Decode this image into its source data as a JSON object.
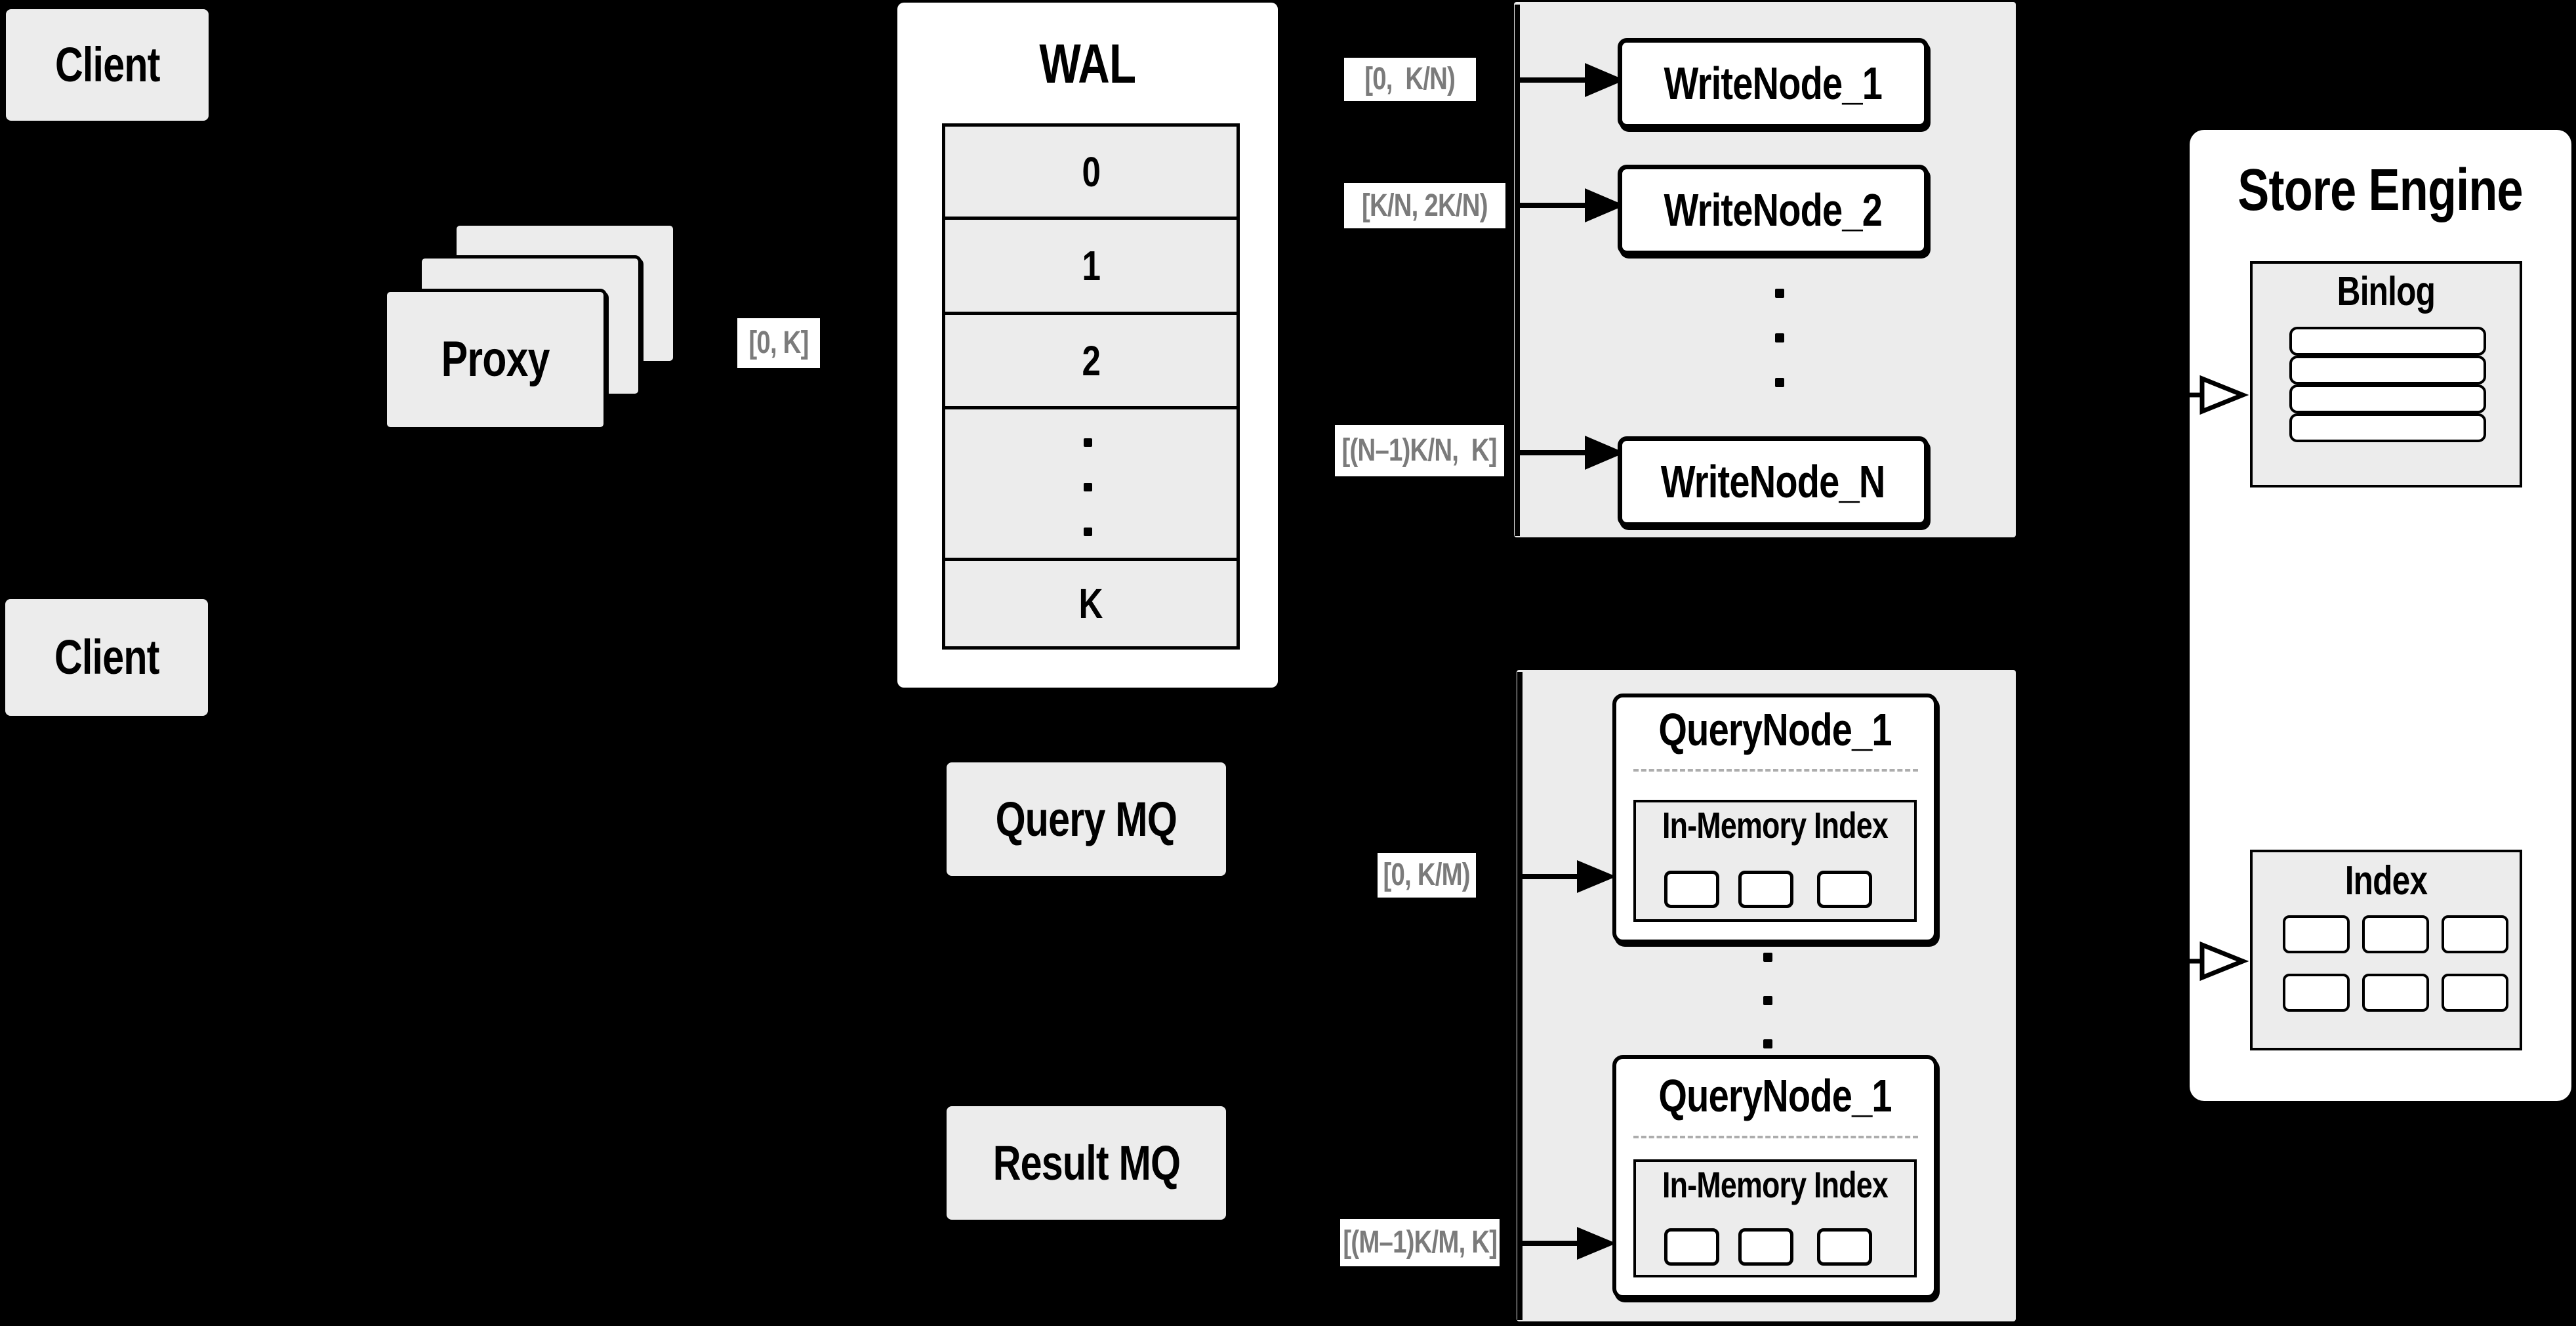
{
  "colors": {
    "background": "#000000",
    "box_fill": "#ECECEC",
    "panel_fill": "#FFFFFF",
    "line": "#000000",
    "range_label_text": "#7B7B7B",
    "dashed_divider": "#ADADAD"
  },
  "client_top": {
    "label": "Client"
  },
  "client_bottom": {
    "label": "Client"
  },
  "proxy": {
    "label": "Proxy"
  },
  "wal": {
    "title": "WAL",
    "segments": [
      "0",
      "1",
      "2",
      "K"
    ]
  },
  "range_labels": {
    "proxy_to_wal": "[0, K]",
    "wal_to_write_1": "[0,  K/N)",
    "wal_to_write_2": "[K/N, 2K/N)",
    "wal_to_write_n": "[(N–1)K/N,  K]",
    "mq_to_query_1": "[0, K/M)",
    "mq_to_query_m": "[(M–1)K/M, K]"
  },
  "write_nodes": {
    "node_1": "WriteNode_1",
    "node_2": "WriteNode_2",
    "node_n": "WriteNode_N"
  },
  "query_mq": {
    "label": "Query MQ"
  },
  "result_mq": {
    "label": "Result MQ"
  },
  "query_nodes": {
    "top": {
      "title": "QueryNode_1",
      "index_title": "In-Memory Index"
    },
    "bottom": {
      "title": "QueryNode_1",
      "index_title": "In-Memory Index"
    }
  },
  "store_engine": {
    "title": "Store Engine",
    "binlog_title": "Binlog",
    "index_title": "Index"
  }
}
